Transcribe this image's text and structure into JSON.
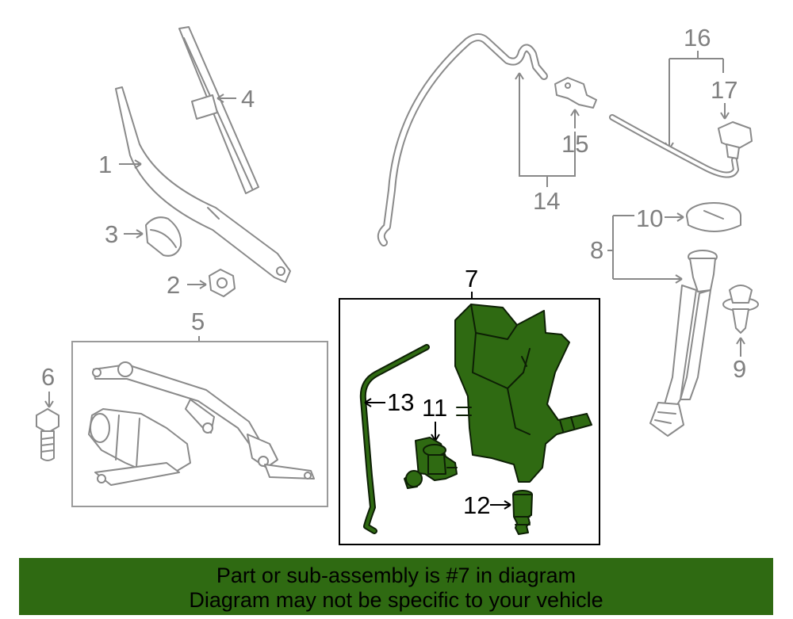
{
  "callouts": {
    "c1": "1",
    "c2": "2",
    "c3": "3",
    "c4": "4",
    "c5": "5",
    "c6": "6",
    "c7": "7",
    "c8": "8",
    "c9": "9",
    "c10": "10",
    "c11": "11",
    "c12": "12",
    "c13": "13",
    "c14": "14",
    "c15": "15",
    "c16": "16",
    "c17": "17"
  },
  "banner": {
    "line1": "Part or sub-assembly is #7 in diagram",
    "line2": "Diagram may not be specific to your vehicle"
  },
  "colors": {
    "highlight_part": "#2f6a12",
    "banner_background": "#2f6a12",
    "callout_gray": "#808080",
    "frame_black": "#000000"
  }
}
